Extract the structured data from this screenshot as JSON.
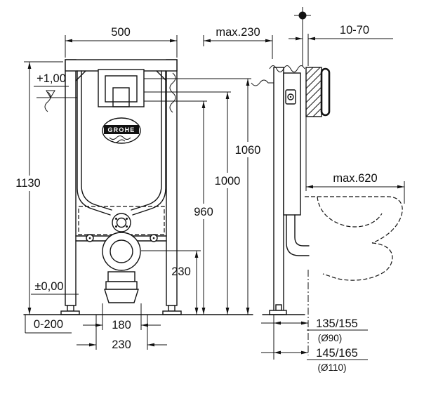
{
  "brand": "GROHE",
  "front_view": {
    "width": "500",
    "height": "1130",
    "level_top": "+1,00",
    "level_zero": "±0,00",
    "plate_height_top": "1060",
    "plate_height_mid": "1000",
    "plate_height_bottom": "960",
    "outlet_height": "230",
    "foot_adjust": "0-200",
    "fixing_width": "180",
    "outlet_width": "230",
    "max_depth_top": "max.230"
  },
  "side_view": {
    "wall_finish_range": "10-70",
    "max_projection": "max.620",
    "outlet_distance_90": "135/155",
    "outlet_diameter_90": "(Ø90)",
    "outlet_distance_110": "145/165",
    "outlet_diameter_110": "(Ø110)"
  }
}
